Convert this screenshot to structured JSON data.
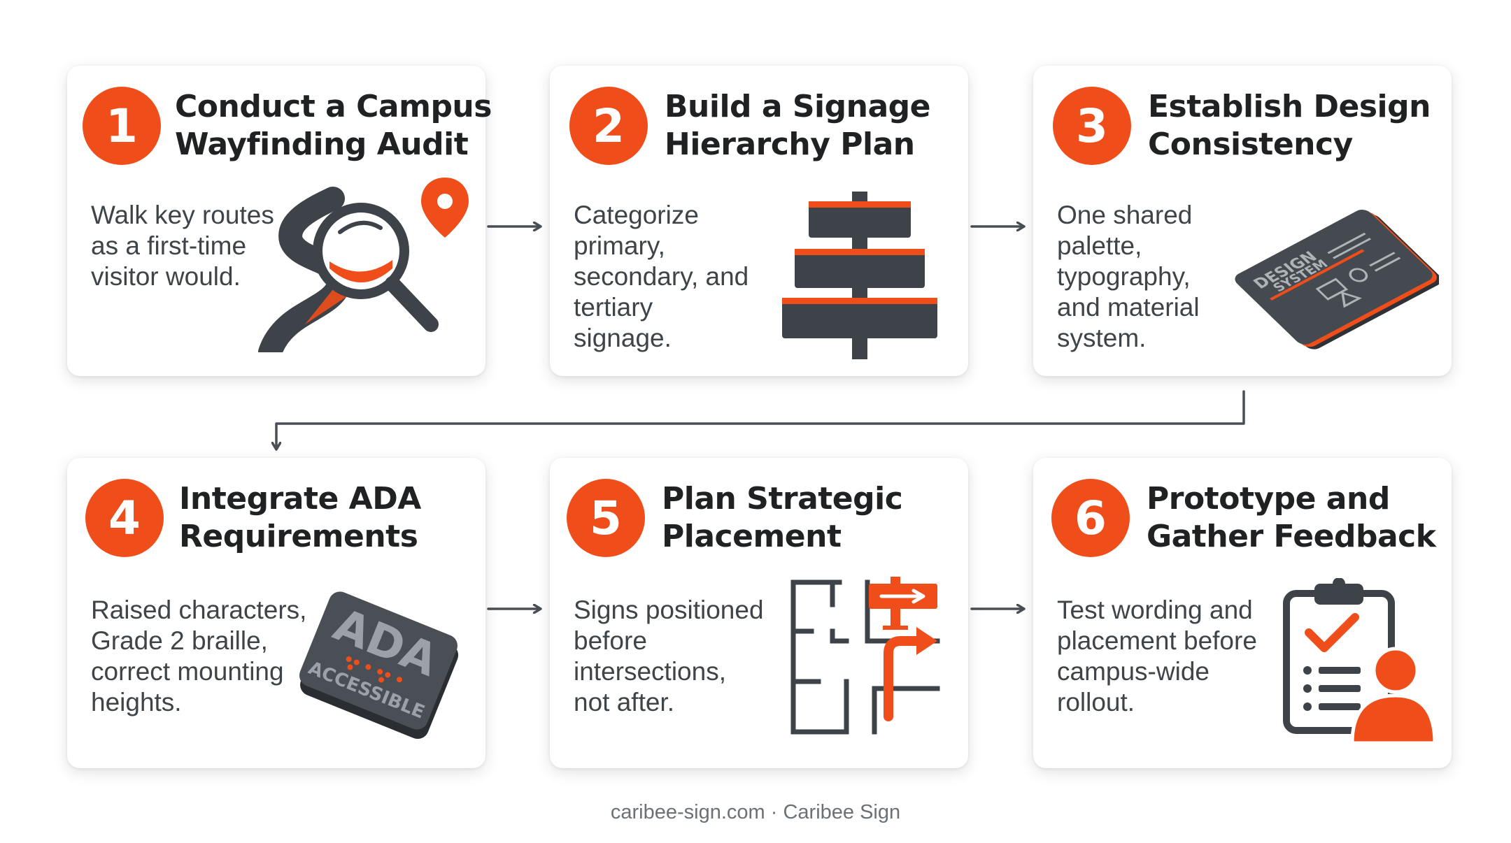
{
  "steps": [
    {
      "number": "1",
      "title_lines": [
        "Conduct a Campus",
        "Wayfinding Audit"
      ],
      "desc_lines": [
        "Walk key routes",
        "as a first-time",
        "visitor would."
      ]
    },
    {
      "number": "2",
      "title_lines": [
        "Build a Signage",
        "Hierarchy Plan"
      ],
      "desc_lines": [
        "Categorize",
        "primary,",
        "secondary, and",
        "tertiary",
        "signage."
      ]
    },
    {
      "number": "3",
      "title_lines": [
        "Establish Design",
        "Consistency"
      ],
      "desc_lines": [
        "One shared",
        "palette,",
        "typography,",
        "and material",
        "system."
      ],
      "illustration_text": [
        "DESIGN",
        "SYSTEM"
      ]
    },
    {
      "number": "4",
      "title_lines": [
        "Integrate ADA",
        "Requirements"
      ],
      "desc_lines": [
        "Raised characters,",
        "Grade 2 braille,",
        "correct mounting",
        "heights."
      ],
      "illustration_text": [
        "ADA",
        "ACCESSIBLE"
      ]
    },
    {
      "number": "5",
      "title_lines": [
        "Plan Strategic",
        "Placement"
      ],
      "desc_lines": [
        "Signs positioned",
        "before",
        "intersections,",
        "not after."
      ]
    },
    {
      "number": "6",
      "title_lines": [
        "Prototype and",
        "Gather Feedback"
      ],
      "desc_lines": [
        "Test wording and",
        "placement before",
        "campus-wide",
        "rollout."
      ]
    }
  ],
  "footer": "caribee-sign.com · Caribee Sign",
  "colors": {
    "accent": "#ef4e1a",
    "dark": "#3e4349",
    "title": "#1f2123",
    "text": "#3f4448",
    "connector": "#4a4f55"
  },
  "icons": [
    "magnifier-map-pin-icon",
    "stacked-signs-icon",
    "design-system-tile-icon",
    "ada-sign-icon",
    "floor-plan-arrow-icon",
    "clipboard-user-icon"
  ]
}
